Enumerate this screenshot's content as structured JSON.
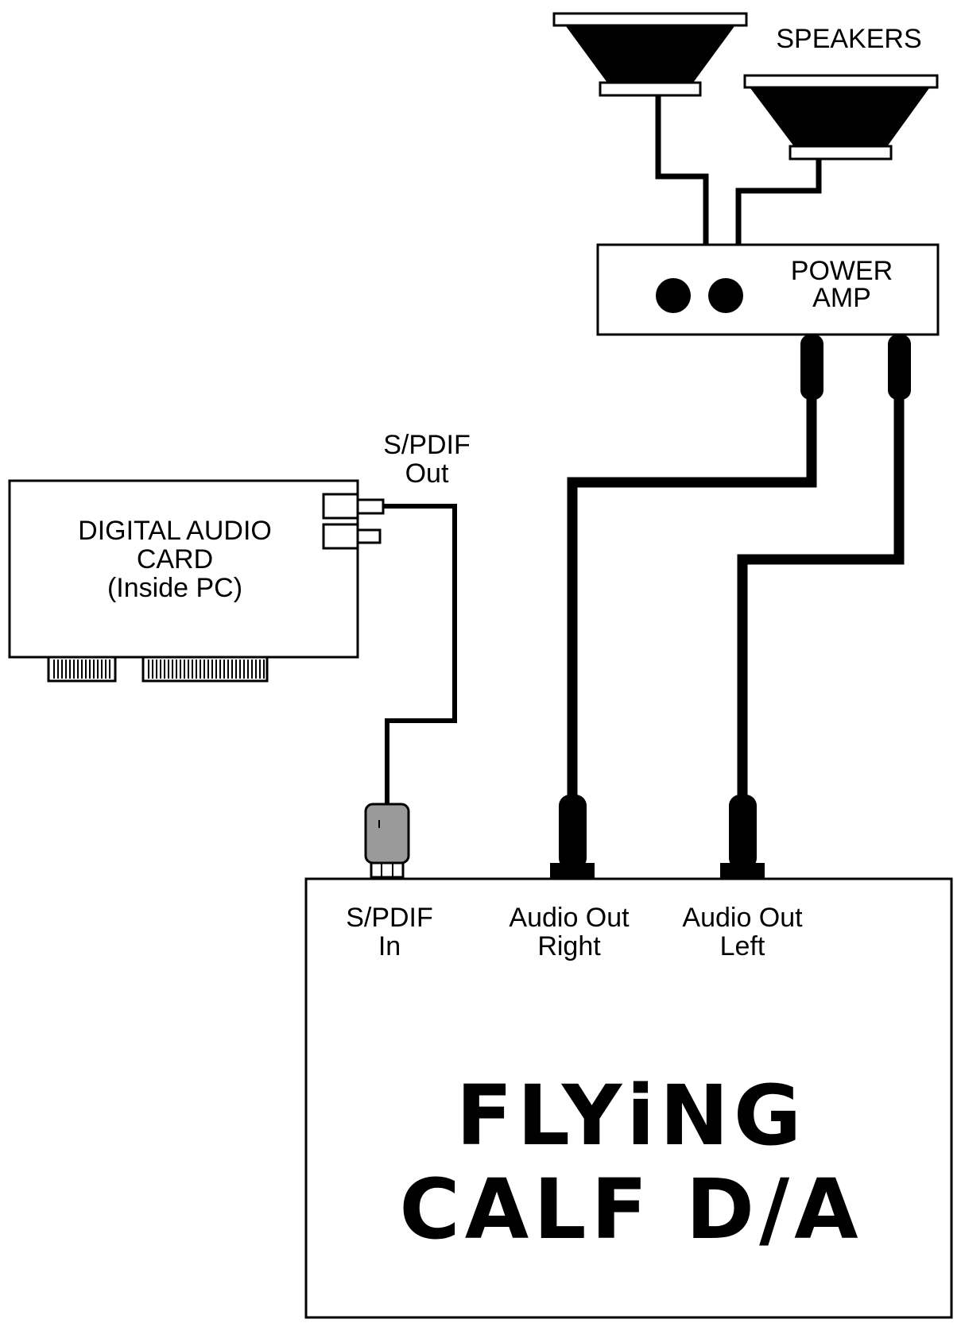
{
  "labels": {
    "speakers": "SPEAKERS",
    "power_amp_line1": "POWER",
    "power_amp_line2": "AMP",
    "card_line1": "DIGITAL AUDIO",
    "card_line2": "CARD",
    "card_line3": "(Inside PC)",
    "spdif_out_line1": "S/PDIF",
    "spdif_out_line2": "Out",
    "spdif_in_line1": "S/PDIF",
    "spdif_in_line2": "In",
    "audio_right_line1": "Audio Out",
    "audio_right_line2": "Right",
    "audio_left_line1": "Audio Out",
    "audio_left_line2": "Left",
    "brand_line1": "FLYiNG",
    "brand_line2": "CALF D/A"
  },
  "colors": {
    "ink": "#000000",
    "background": "#ffffff",
    "optical_plug": "#9a9a9a"
  }
}
